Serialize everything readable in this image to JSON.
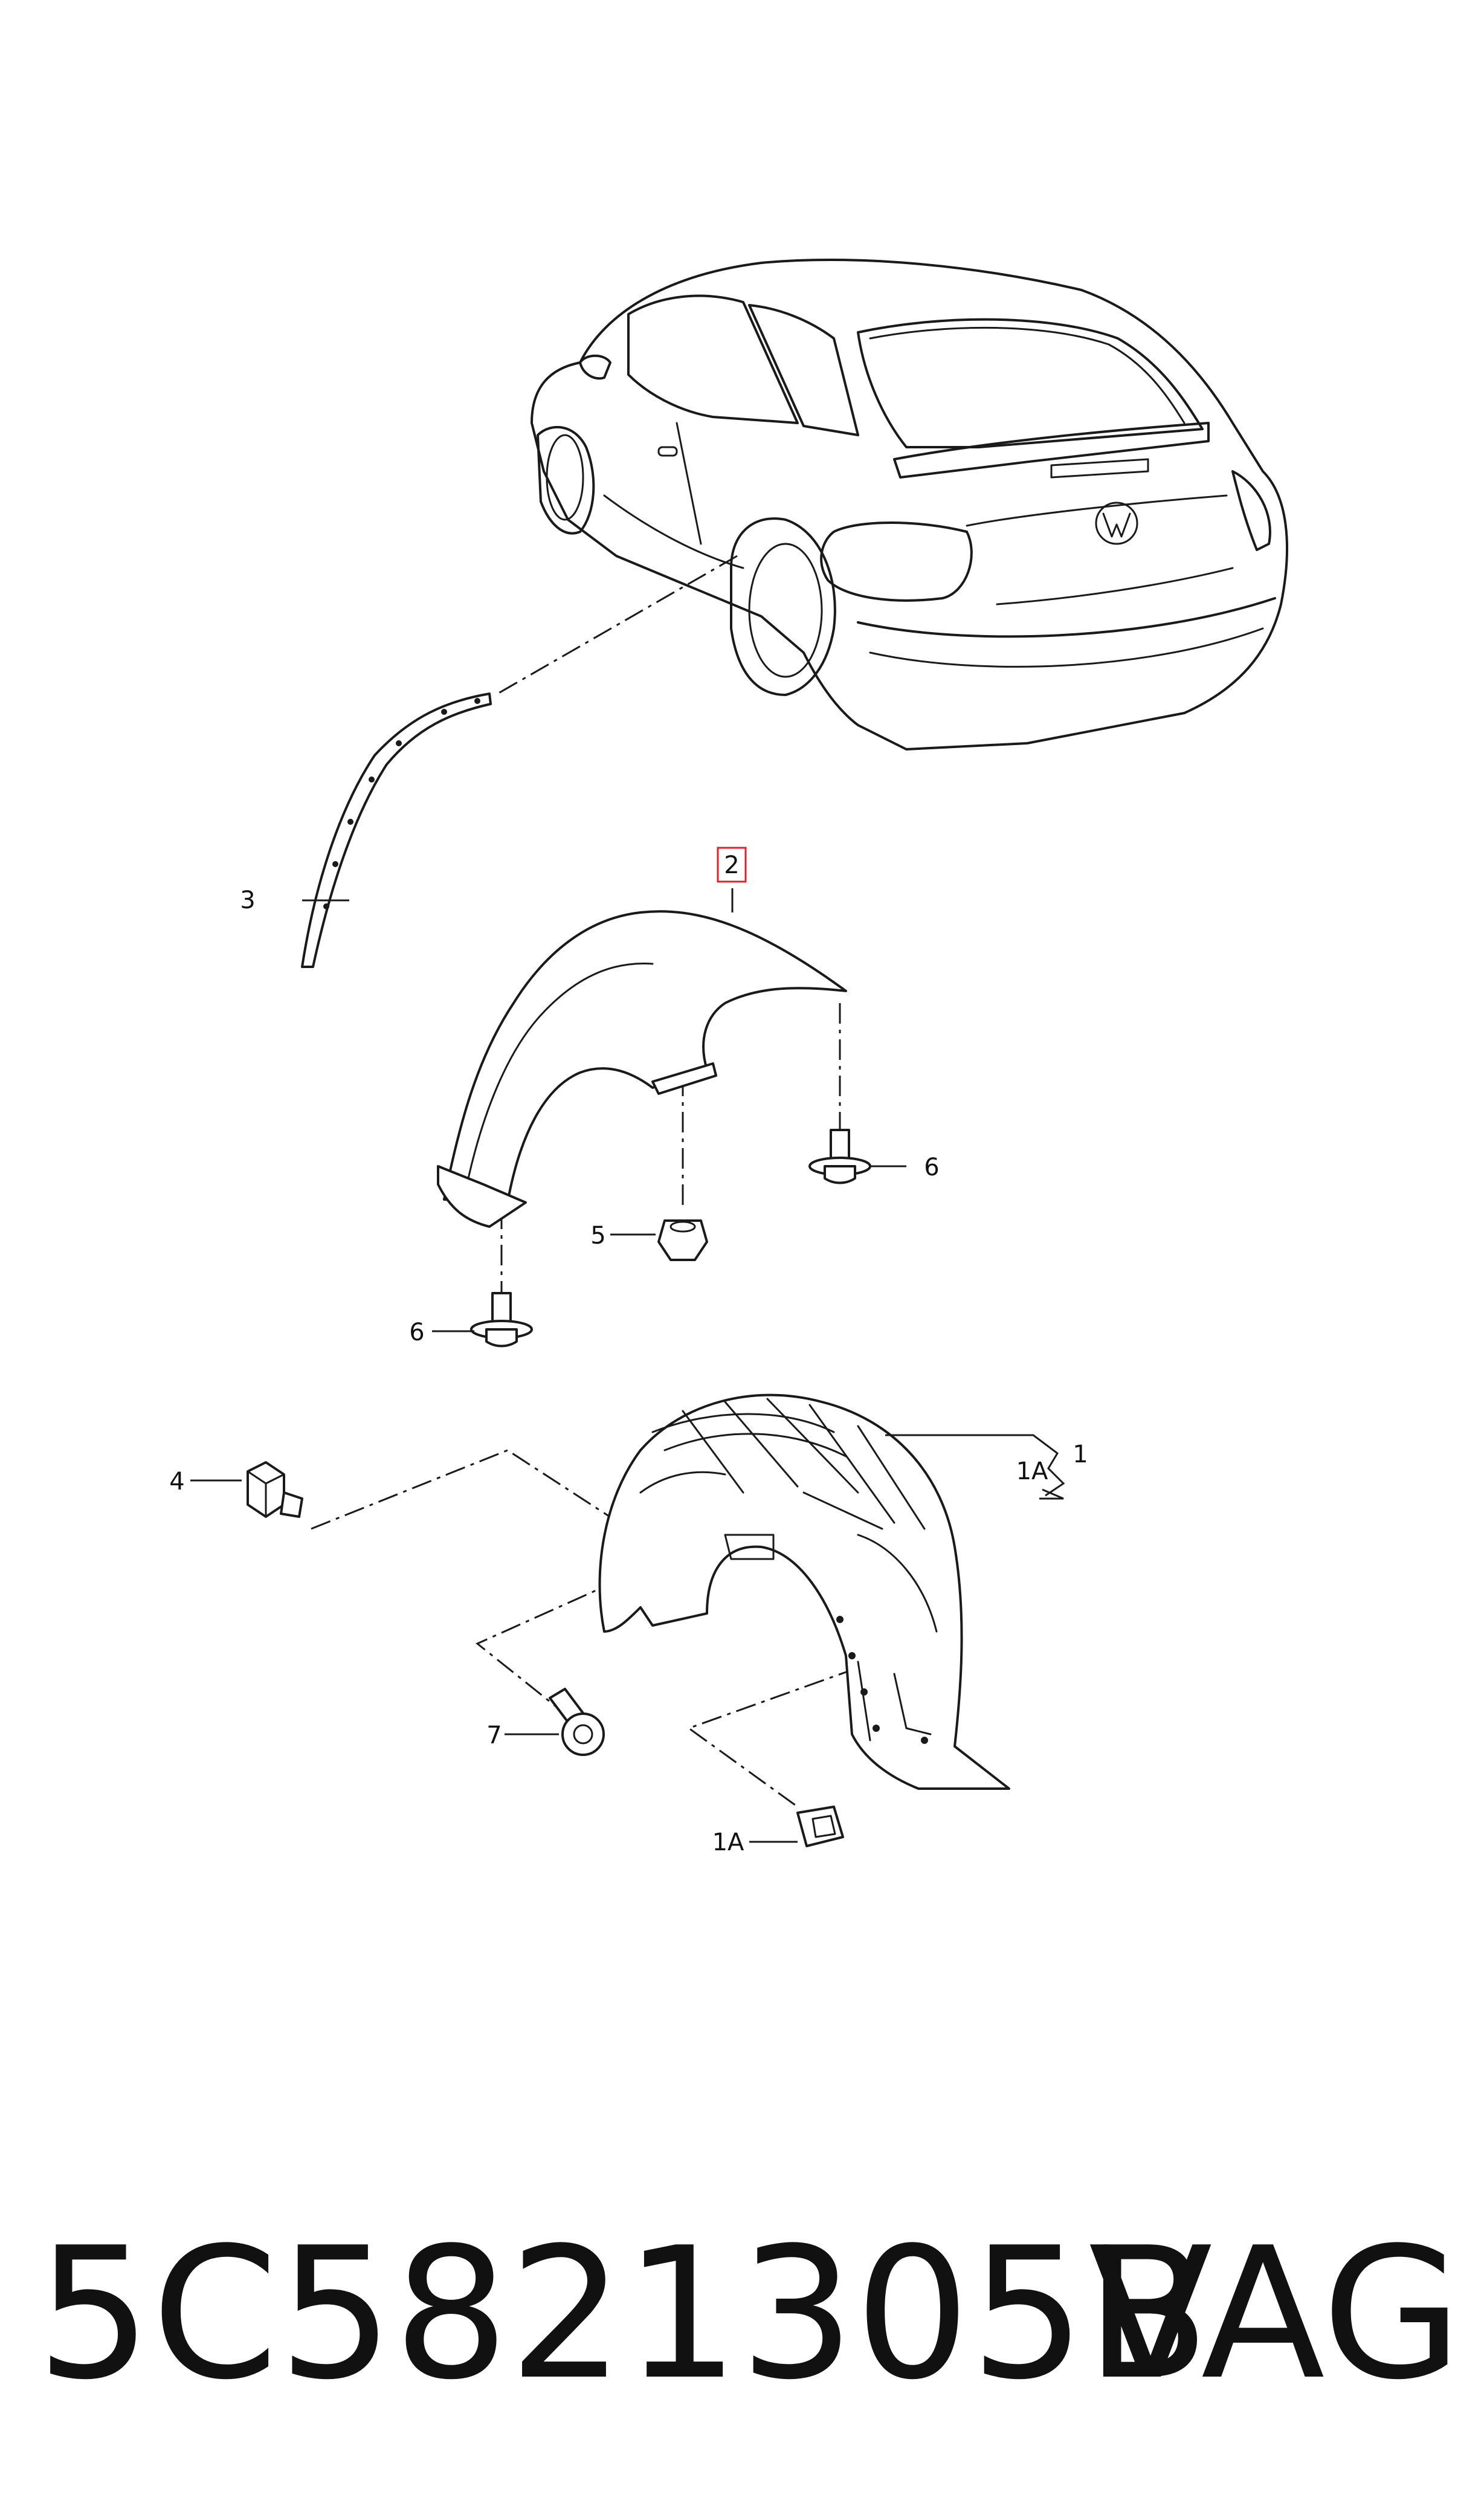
{
  "callouts": {
    "c1": "1",
    "c1a_top": "1A",
    "c1a_bottom": "1A",
    "c2": "2",
    "c3": "3",
    "c4": "4",
    "c5": "5",
    "c6_right": "6",
    "c6_left": "6",
    "c7": "7"
  },
  "highlight_color": "#e0202a",
  "footer": {
    "part_number": "5C5821305B",
    "brand": "VAG"
  }
}
